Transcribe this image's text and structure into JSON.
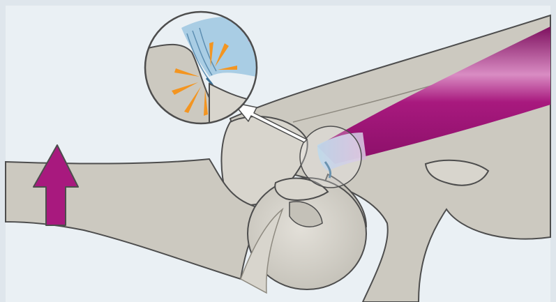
{
  "figure": {
    "frame_color": "#dfe6ec",
    "panel_color": "#eaf0f4",
    "bone_fill": "#ccc9c0",
    "bone_fill_light": "#d8d5cd",
    "bone_stroke": "#4d4d4d",
    "muscle_color": "#a8197e",
    "tendon_color": "#a9cde4",
    "pain_color": "#f39521",
    "arrow_color": "#a8197e",
    "pointer_arrow_color": "#ffffff"
  },
  "elements": {
    "force_arrow": {
      "direction": "up",
      "icon": "up-arrow-icon"
    },
    "pointer_arrow": {
      "direction": "up-left",
      "icon": "pointer-arrow-icon"
    },
    "pain_marks": {
      "count": 7,
      "icon": "pain-burst-icon"
    },
    "magnifier": {
      "icon": "magnifier-circle"
    }
  }
}
